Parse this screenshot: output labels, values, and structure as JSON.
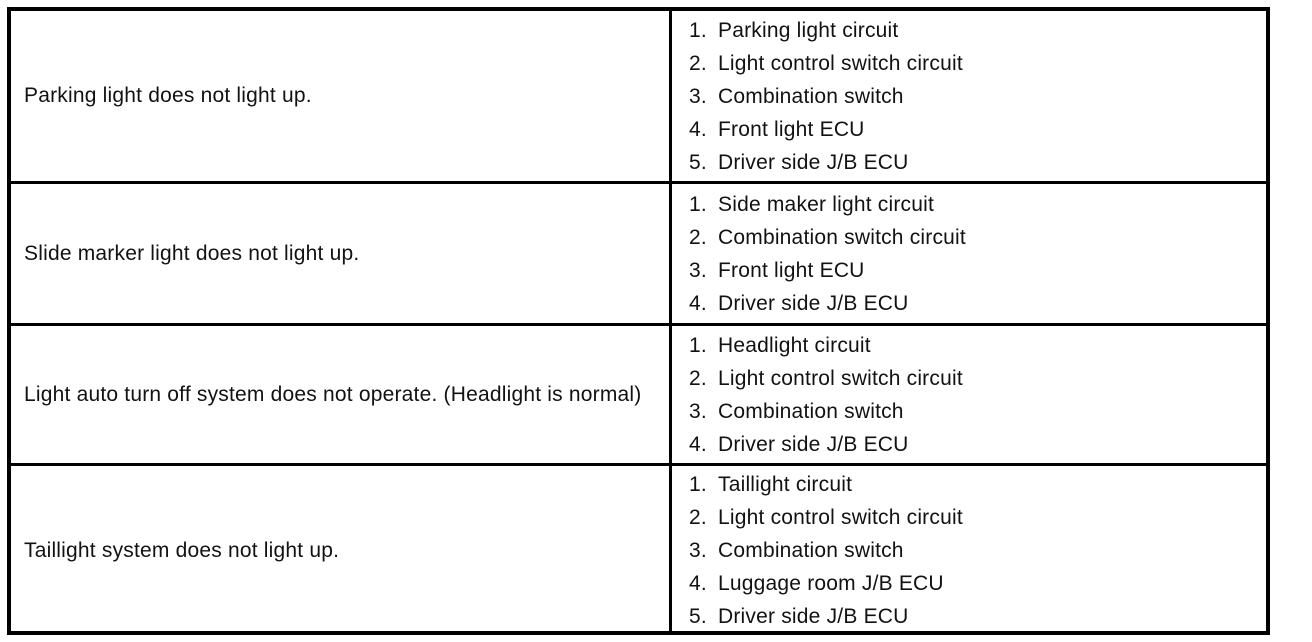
{
  "colors": {
    "border": "#000000",
    "text": "#121212",
    "background": "#ffffff"
  },
  "table": {
    "rows": [
      {
        "symptom": "Parking light does not light up.",
        "suspect_areas": [
          {
            "num": "1.",
            "label": "Parking light circuit"
          },
          {
            "num": "2.",
            "label": "Light control switch circuit"
          },
          {
            "num": "3.",
            "label": "Combination switch"
          },
          {
            "num": "4.",
            "label": "Front light ECU"
          },
          {
            "num": "5.",
            "label": "Driver side J/B ECU"
          }
        ]
      },
      {
        "symptom": "Slide marker light does not light up.",
        "suspect_areas": [
          {
            "num": "1.",
            "label": "Side maker light circuit"
          },
          {
            "num": "2.",
            "label": "Combination switch circuit"
          },
          {
            "num": "3.",
            "label": "Front light ECU"
          },
          {
            "num": "4.",
            "label": "Driver side J/B ECU"
          }
        ]
      },
      {
        "symptom": "Light auto turn off system does not operate. (Headlight is normal)",
        "suspect_areas": [
          {
            "num": "1.",
            "label": "Headlight circuit"
          },
          {
            "num": "2.",
            "label": "Light control switch circuit"
          },
          {
            "num": "3.",
            "label": "Combination switch"
          },
          {
            "num": "4.",
            "label": "Driver side J/B ECU"
          }
        ]
      },
      {
        "symptom": "Taillight system does not light up.",
        "suspect_areas": [
          {
            "num": "1.",
            "label": "Taillight circuit"
          },
          {
            "num": "2.",
            "label": "Light control switch circuit"
          },
          {
            "num": "3.",
            "label": "Combination switch"
          },
          {
            "num": "4.",
            "label": "Luggage room J/B ECU"
          },
          {
            "num": "5.",
            "label": "Driver side J/B ECU"
          }
        ]
      }
    ]
  }
}
